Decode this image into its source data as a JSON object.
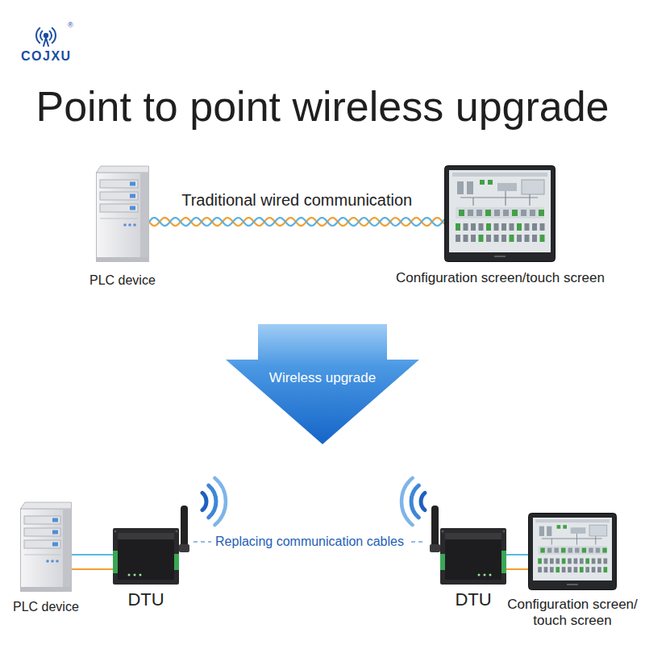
{
  "diagram": {
    "title": "Point to point wireless upgrade",
    "nodes": [
      {
        "text": [
          "PLC device"
        ]
      },
      {
        "text": [
          "Configuration screen/touch screen"
        ]
      },
      {
        "text": [
          "Wireless upgrade"
        ]
      },
      {
        "text": [
          "PLC device"
        ]
      },
      {
        "text": [
          "DTU"
        ]
      },
      {
        "text": [
          "DTU"
        ]
      },
      {
        "text": [
          "Configuration screen/ touch screen"
        ]
      }
    ],
    "edges": [
      {
        "from": 0,
        "to": 1,
        "arrow": "none",
        "label": "Traditional wired communication"
      },
      {
        "from": 3,
        "to": 4,
        "arrow": "none"
      },
      {
        "from": 4,
        "to": 5,
        "arrow": "none",
        "label": "Replacing communication cables"
      },
      {
        "from": 5,
        "to": 6,
        "arrow": "none"
      }
    ],
    "labels": [
      "COJXU",
      "®"
    ]
  }
}
